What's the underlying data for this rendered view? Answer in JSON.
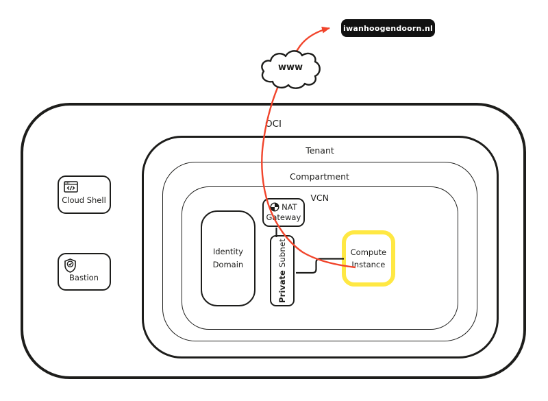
{
  "diagram": {
    "external": {
      "website_label": "iwanhoogendoorn.nl",
      "internet_label": "www"
    },
    "containers": {
      "oci": "OCI",
      "tenant": "Tenant",
      "compartment": "Compartment",
      "vcn": "VCN"
    },
    "nodes": {
      "cloud_shell": "Cloud Shell",
      "bastion": "Bastion",
      "identity_domain_line1": "Identity",
      "identity_domain_line2": "Domain",
      "nat_gateway_line1": "NAT",
      "nat_gateway_line2": "Gateway",
      "private_subnet_word1": "Private",
      "private_subnet_word2": "Subnet",
      "compute_line1": "Compute",
      "compute_line2": "Instance"
    },
    "icons": {
      "cloud_shell_icon": "terminal-code-window",
      "bastion_icon": "shield-check",
      "nat_gateway_icon": "nat-pinwheel",
      "internet_icon": "cloud",
      "flow_arrow": "arrowhead-right"
    },
    "colors": {
      "stroke": "#1d1d1b",
      "flow_red": "#f1442b",
      "highlight_yellow": "#ffe843",
      "label_bg": "#111111",
      "label_text": "#ffffff",
      "background": "#ffffff"
    }
  }
}
